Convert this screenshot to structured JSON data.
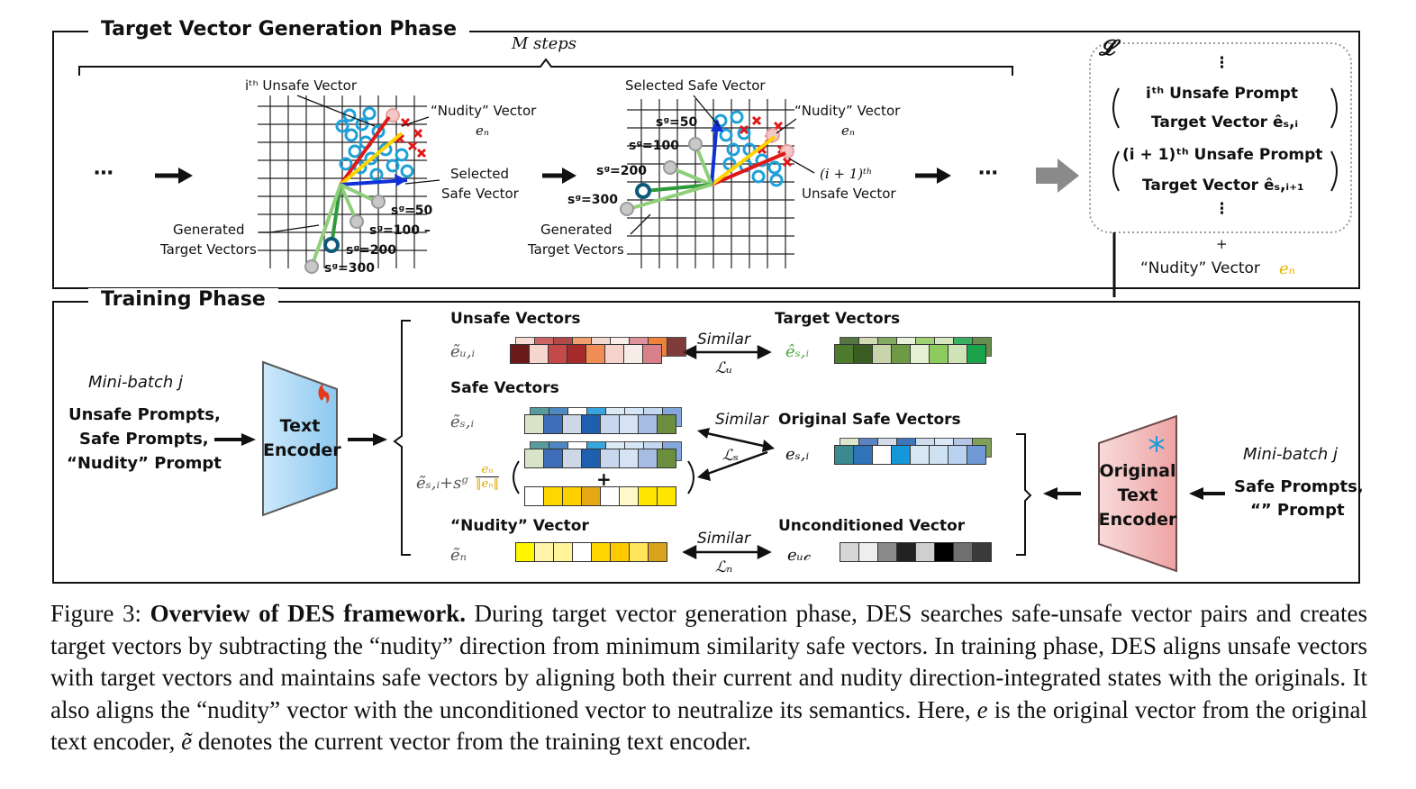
{
  "top_panel": {
    "title": "Target Vector Generation Phase",
    "steps_label": "M steps",
    "ellipsis": "⋯",
    "grid1": {
      "unsafe_vector": "iᵗʰ Unsafe Vector",
      "nudity_vector": "“Nudity” Vector",
      "nudity_sym": "eₙ",
      "selected_safe": "Selected",
      "selected_safe2": "Safe Vector",
      "generated": "Generated",
      "generated2": "Target Vectors",
      "sg50": "sᵍ=50",
      "sg100": "sᵍ=100 –",
      "sg200": "sᵍ=200",
      "sg300": "sᵍ=300"
    },
    "grid2": {
      "selected_safe": "Selected Safe Vector",
      "nudity_vector": "“Nudity” Vector",
      "nudity_sym": "eₙ",
      "next_unsafe": "(i + 1)ᵗʰ",
      "next_unsafe2": "Unsafe Vector",
      "generated": "Generated",
      "generated2": "Target Vectors",
      "sg50": "sᵍ=50",
      "sg100": "sᵍ=100",
      "sg200": "sᵍ=200",
      "sg300": "sᵍ=300"
    },
    "dataset": {
      "symbol": "𝓛",
      "vdots": "⋮",
      "row1a": "iᵗʰ Unsafe Prompt",
      "row1b": "Target Vector êₛ,ᵢ",
      "row2a": "(i + 1)ᵗʰ Unsafe Prompt",
      "row2b": "Target Vector êₛ,ᵢ₊₁",
      "plus": "+",
      "nudity": "“Nudity” Vector",
      "nudity_sym": "eₙ"
    }
  },
  "bottom_panel": {
    "title": "Training Phase",
    "minibatch_left": "Mini-batch j",
    "inputs_left": [
      "Unsafe Prompts,",
      "Safe Prompts,",
      "“Nudity” Prompt"
    ],
    "encoder_left": [
      "Text",
      "Encoder"
    ],
    "unsafe_vectors": "Unsafe Vectors",
    "unsafe_sym": "ẽᵤ,ᵢ",
    "target_vectors": "Target Vectors",
    "target_sym": "êₛ,ᵢ",
    "similar": "Similar",
    "loss_u": "ℒᵤ",
    "safe_vectors": "Safe Vectors",
    "safe_sym": "ẽₛ,ᵢ",
    "safe_shift": "ẽₛ,ᵢ+sᵍ",
    "frac_num": "eₙ",
    "frac_den": "‖eₙ‖",
    "original_safe": "Original Safe Vectors",
    "orig_safe_sym": "eₛ,ᵢ",
    "loss_s": "ℒₛ",
    "plus": "+",
    "nudity_vector": "“Nudity” Vector",
    "nudity_sym": "ẽₙ",
    "unconditioned": "Unconditioned Vector",
    "uc_sym": "eᵤ𝒸",
    "loss_n": "ℒₙ",
    "encoder_right": [
      "Original",
      "Text",
      "Encoder"
    ],
    "minibatch_right": "Mini-batch j",
    "inputs_right": [
      "Safe Prompts,",
      "“” Prompt"
    ]
  },
  "colors": {
    "unsafe_cells": [
      "#6b1a1a",
      "#f6d7cf",
      "#c44a4a",
      "#a52a2a",
      "#f08c55",
      "#f3d3cc",
      "#f8ece6",
      "#d9808a",
      "#ec6c1a"
    ],
    "target_cells": [
      "#4e7a2e",
      "#3a5d22",
      "#c8d4a9",
      "#6e9a46",
      "#e4efd3",
      "#8ecb5e",
      "#cfe3b6",
      "#1aa34a"
    ],
    "safe_cells": [
      "#d8e3c8",
      "#3f6eb8",
      "#cdd7e6",
      "#1e5fae",
      "#c6d7ee",
      "#d6e3f4",
      "#a7bce2",
      "#6b8f3c"
    ],
    "yellow_cells": [
      "#ffffff",
      "#ffd700",
      "#ffd000",
      "#e6a817",
      "#ffffff",
      "#fff8c9",
      "#ffe600"
    ],
    "orig_safe_cells": [
      "#3a8a8f",
      "#2f74b8",
      "#ffffff",
      "#1597d9",
      "#d7e7f3",
      "#cfe2f3",
      "#b9d2ee",
      "#6f9ad6"
    ],
    "nudity_cells": [
      "#fff600",
      "#fff3a8",
      "#fff499",
      "#ffffff",
      "#ffd600",
      "#ffcb00",
      "#ffe45c",
      "#d8a21c"
    ],
    "uc_cells": [
      "#d6d6d6",
      "#eeeeee",
      "#8a8a8a",
      "#222222",
      "#cfcfcf",
      "#000000",
      "#6f6f6f",
      "#3a3a3a"
    ]
  },
  "caption": {
    "prefix": "Figure 3: ",
    "bold": "Overview of DES framework.",
    "body": " During target vector generation phase, DES searches safe-unsafe vector pairs and creates target vectors by subtracting the “nudity” direction from minimum similarity safe vectors. In training phase, DES aligns unsafe vectors with target vectors and maintains safe vectors by aligning both their current and nudity direction-integrated states with the originals. It also aligns the “nudity” vector with the unconditioned vector to neutralize its semantics. Here, ",
    "e_sym": "e",
    "mid": " is the original vector from the original text encoder, ",
    "etilde_sym": "ẽ",
    "end": " denotes the current vector from the training text encoder."
  }
}
